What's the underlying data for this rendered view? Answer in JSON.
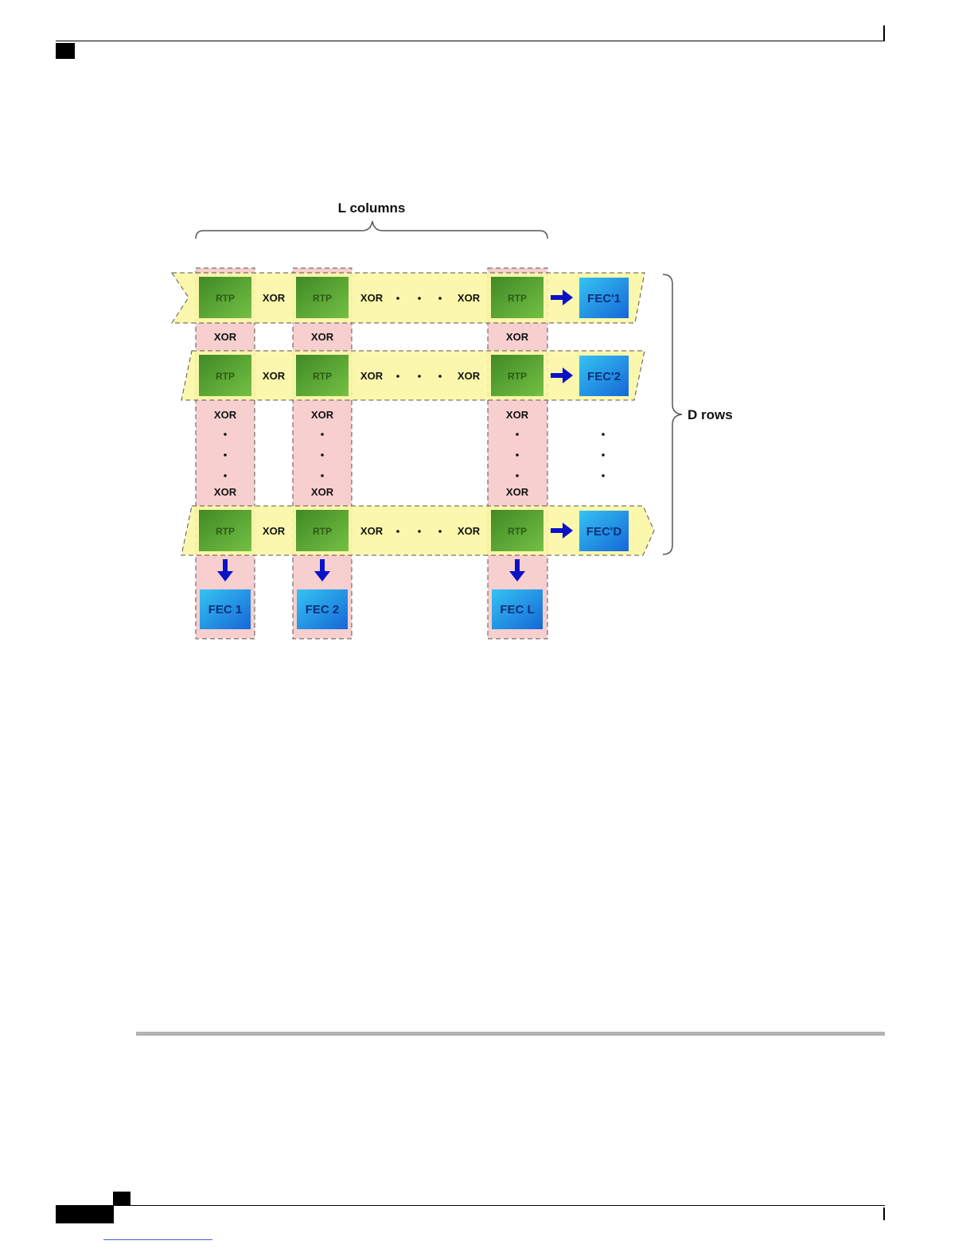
{
  "diagram": {
    "top_label": "L columns",
    "side_label": "D rows",
    "packet_label": "RTP",
    "xor_label": "XOR",
    "ellipsis_dot": "·",
    "row_fec_labels": [
      "FEC'1",
      "FEC'2",
      "FEC'D"
    ],
    "column_fec_labels": [
      "FEC 1",
      "FEC 2",
      "FEC L"
    ]
  },
  "colors": {
    "row_band": "#fbf7a4",
    "column_band": "#f7cfcf",
    "rtp_block": "#4f9a2e",
    "fec_block": "#1ea0e6",
    "arrow": "#0a12c8"
  }
}
